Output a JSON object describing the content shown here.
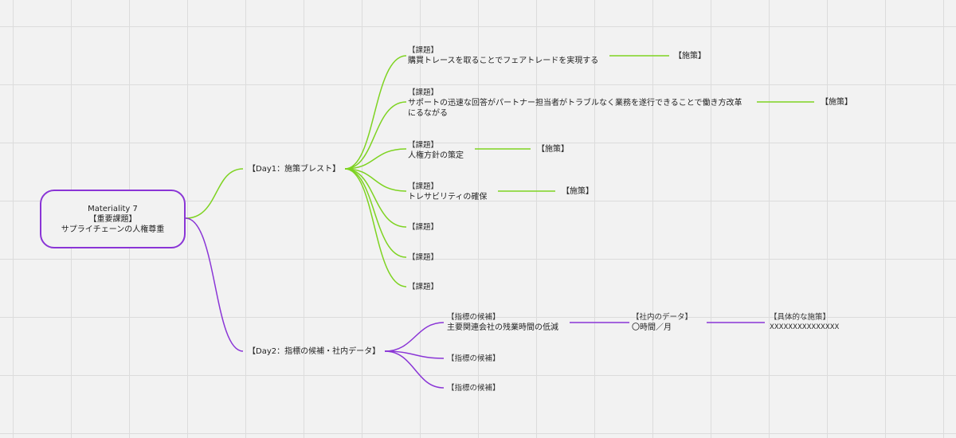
{
  "colors": {
    "day1_branch": "#7ed321",
    "day2_branch": "#8a35d6"
  },
  "root": {
    "line1": "Materiality 7",
    "line2": "【重要課題】",
    "line3": "サプライチェーンの人権尊重"
  },
  "day1": {
    "label": "【Day1：施策ブレスト】",
    "issues": [
      {
        "heading": "【課題】",
        "text": "購買トレースを取ることでフェアトレードを実現する",
        "measure": "【施策】"
      },
      {
        "heading": "【課題】",
        "text": "サポートの迅速な回答がパートナー担当者がトラブルなく業務を遂行できることで働き方改革",
        "text2": "にるながる",
        "measure": "【施策】"
      },
      {
        "heading": "【課題】",
        "text": "人権方針の策定",
        "measure": "【施策】"
      },
      {
        "heading": "【課題】",
        "text": "トレサビリティの確保",
        "measure": "【施策】"
      },
      {
        "heading": "【課題】"
      },
      {
        "heading": "【課題】"
      },
      {
        "heading": "【課題】"
      }
    ]
  },
  "day2": {
    "label": "【Day2：指標の候補・社内データ】",
    "candidates": [
      {
        "heading": "【指標の候補】",
        "text": "主要関連会社の残業時間の低減",
        "data_heading": "【社内のデータ】",
        "data_value": "〇時間／月",
        "measure_heading": "【具体的な施策】",
        "measure_value": "XXXXXXXXXXXXXXX"
      },
      {
        "heading": "【指標の候補】"
      },
      {
        "heading": "【指標の候補】"
      }
    ]
  }
}
